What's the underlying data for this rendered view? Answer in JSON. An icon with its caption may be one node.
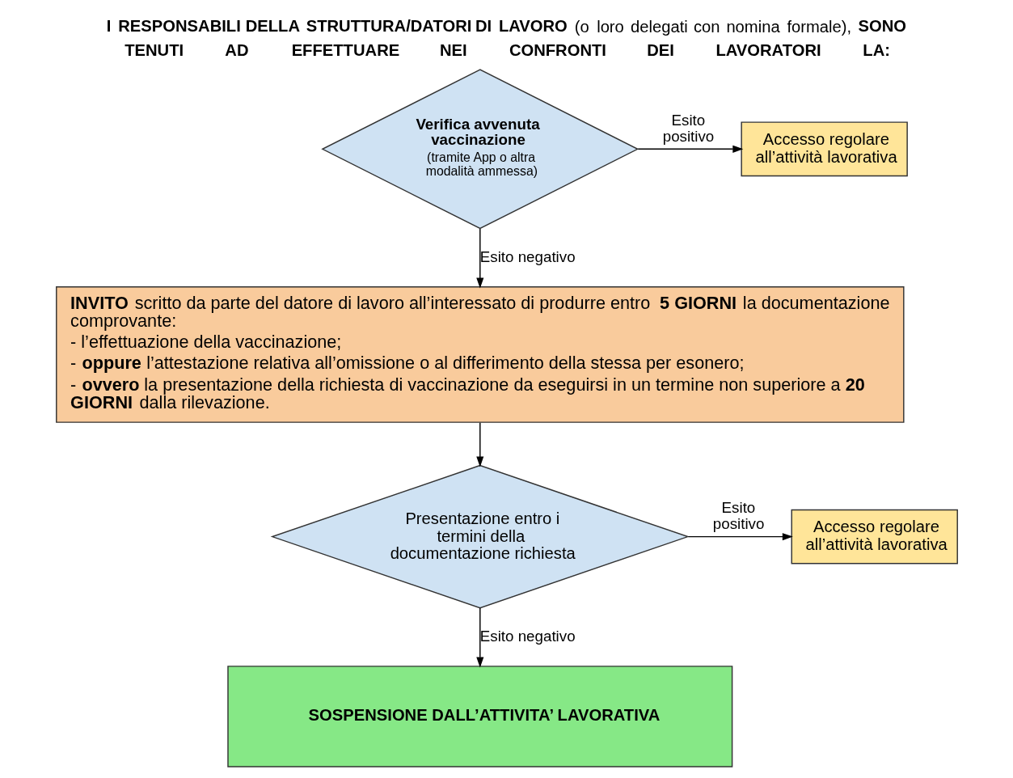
{
  "diagram": {
    "title": "**I RESPONSABILI DELLA STRUTTURA/DATORI DI LAVORO** (o loro delegati con nomina formale), **SONO TENUTI AD EFFETTUARE NEI CONFRONTI DEI LAVORATORI LA:**",
    "nodes": [
      {
        "text": [
          "Verifica avvenuta vaccinazione",
          "(tramite App o altra modalità ammessa)"
        ]
      },
      {
        "text": [
          "Accesso regolare all’attività lavorativa"
        ]
      },
      {
        "text": [
          "**INVITO** scritto da parte del datore di lavoro all’interessato di produrre entro **5 GIORNI** la documentazione comprovante:",
          "- l’effettuazione della vaccinazione;",
          "- **oppure** l’attestazione relativa all’omissione o al differimento della stessa per esonero;",
          "- **ovvero** la presentazione della richiesta di vaccinazione da eseguirsi in un termine non superiore a **20 GIORNI** dalla rilevazione."
        ]
      },
      {
        "text": [
          "Presentazione entro i termini della documentazione richiesta"
        ]
      },
      {
        "text": [
          "Accesso regolare all’attività lavorativa"
        ]
      },
      {
        "text": [
          "SOSPENSIONE DALL’ATTIVITA’ LAVORATIVA"
        ]
      }
    ],
    "edges": [
      {
        "from": 0,
        "to": 1,
        "arrow": "to",
        "label": "Esito positivo"
      },
      {
        "from": 0,
        "to": 2,
        "arrow": "to",
        "label": "Esito negativo"
      },
      {
        "from": 2,
        "to": 3,
        "arrow": "to"
      },
      {
        "from": 3,
        "to": 4,
        "arrow": "to",
        "label": "Esito positivo"
      },
      {
        "from": 3,
        "to": 5,
        "arrow": "to",
        "label": "Esito negativo"
      }
    ]
  }
}
